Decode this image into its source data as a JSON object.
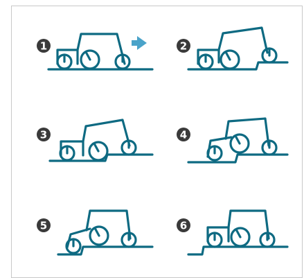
{
  "steps": [
    {
      "number": "1"
    },
    {
      "number": "2"
    },
    {
      "number": "3"
    },
    {
      "number": "4"
    },
    {
      "number": "5"
    },
    {
      "number": "6"
    }
  ],
  "colors": {
    "line": "#0e6a82",
    "arrow": "#4aa3c9",
    "badge": "#3a3a3a",
    "border": "#c8c8c8"
  },
  "icons": {
    "arrow": "right-arrow-icon",
    "vehicle": "six-wheel-vehicle-icon"
  }
}
